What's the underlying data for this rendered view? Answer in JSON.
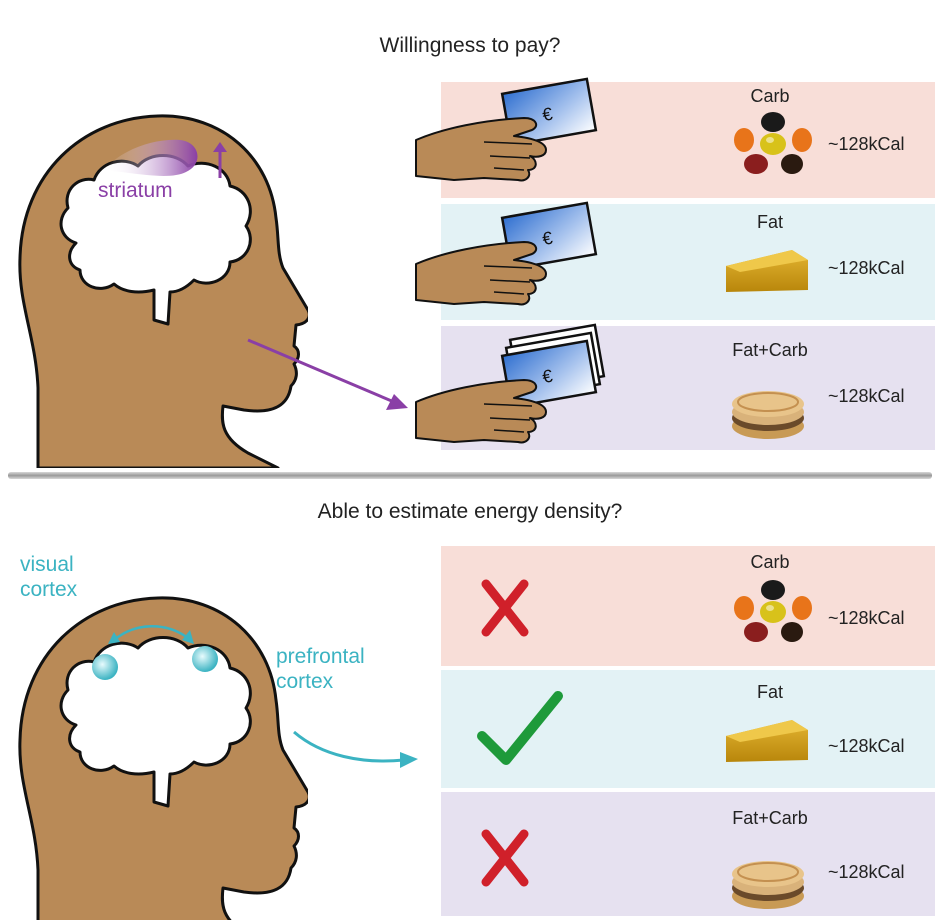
{
  "top": {
    "question": "Willingness to pay?",
    "brain_label": "striatum",
    "rows": [
      {
        "food": "Carb",
        "energy": "~128kCal",
        "bg": "#f8ded8",
        "food_icon": "colored-candies-icon",
        "pay_icon": "hand-with-single-euro-note-icon"
      },
      {
        "food": "Fat",
        "energy": "~128kCal",
        "bg": "#e3f2f5",
        "food_icon": "cheese-wedge-icon",
        "pay_icon": "hand-with-single-euro-note-icon"
      },
      {
        "food": "Fat+Carb",
        "energy": "~128kCal",
        "bg": "#e6e1f0",
        "food_icon": "cookie-stack-icon",
        "pay_icon": "hand-with-euro-notes-stack-icon"
      }
    ]
  },
  "bottom": {
    "question": "Able to estimate energy density?",
    "region_visual": [
      "visual",
      "cortex"
    ],
    "region_prefrontal": [
      "prefrontal",
      "cortex"
    ],
    "rows": [
      {
        "food": "Carb",
        "energy": "~128kCal",
        "bg": "#f8ded8",
        "result": "cross-icon"
      },
      {
        "food": "Fat",
        "energy": "~128kCal",
        "bg": "#e3f2f5",
        "result": "checkmark-icon"
      },
      {
        "food": "Fat+Carb",
        "energy": "~128kCal",
        "bg": "#e6e1f0",
        "result": "cross-icon"
      }
    ]
  },
  "colors": {
    "skin": "#b98a57",
    "striatum": "#8a3fa6",
    "teal": "#3bb3c2",
    "cross": "#d0202a",
    "check": "#1e9a3a"
  }
}
